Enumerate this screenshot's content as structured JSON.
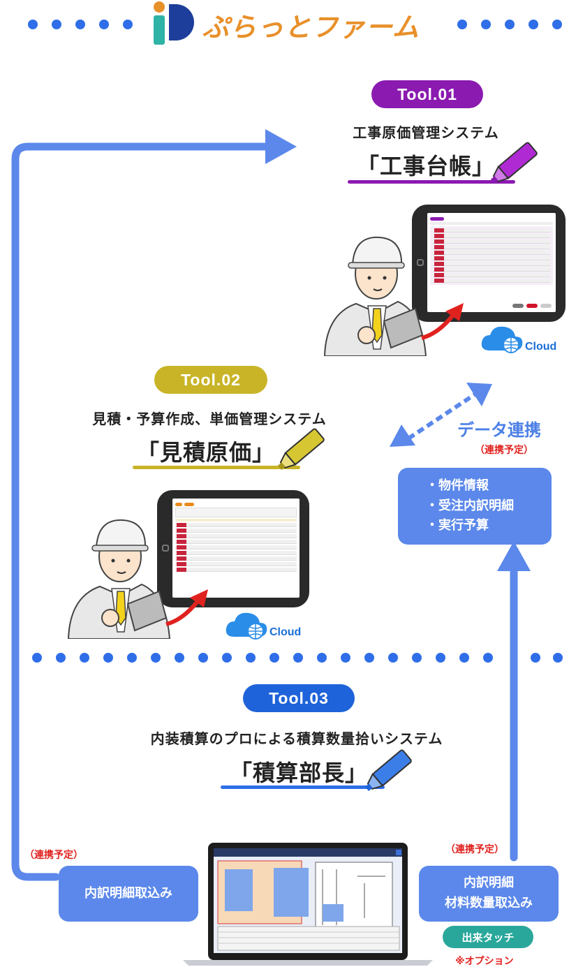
{
  "logo": {
    "text": "ぷらっとファーム",
    "mark": "iD"
  },
  "colors": {
    "blue": "#2f6ee8",
    "arrow": "#5b88ea",
    "purple": "#8a1ab0",
    "gold": "#c8b426",
    "tool3": "#1e63d9",
    "red": "#e0221f"
  },
  "tool1": {
    "badge": "Tool.01",
    "subtitle": "工事原価管理システム",
    "name": "「工事台帳」",
    "cloud": "Cloud"
  },
  "tool2": {
    "badge": "Tool.02",
    "subtitle": "見積・予算作成、単価管理システム",
    "name": "「見積原価」",
    "cloud": "Cloud"
  },
  "tool3": {
    "badge": "Tool.03",
    "subtitle": "内装積算のプロによる積算数量拾いシステム",
    "name": "「積算部長」"
  },
  "data_link": {
    "label": "データ連携",
    "note": "（連携予定）"
  },
  "info_box": {
    "items": [
      "・物件情報",
      "・受注内訳明細",
      "・実行予算"
    ]
  },
  "left_box": {
    "note": "（連携予定）",
    "label": "内訳明細取込み"
  },
  "right_box": {
    "note": "（連携予定）",
    "line1": "内訳明細",
    "line2": "材料数量取込み"
  },
  "option": {
    "button": "出来タッチ",
    "note": "※オプション"
  },
  "icons": [
    "logo-mark-icon",
    "worker-icon",
    "tablet-icon",
    "cloud-icon",
    "globe-icon",
    "highlighter-icon",
    "laptop-icon",
    "arrow-icon"
  ]
}
